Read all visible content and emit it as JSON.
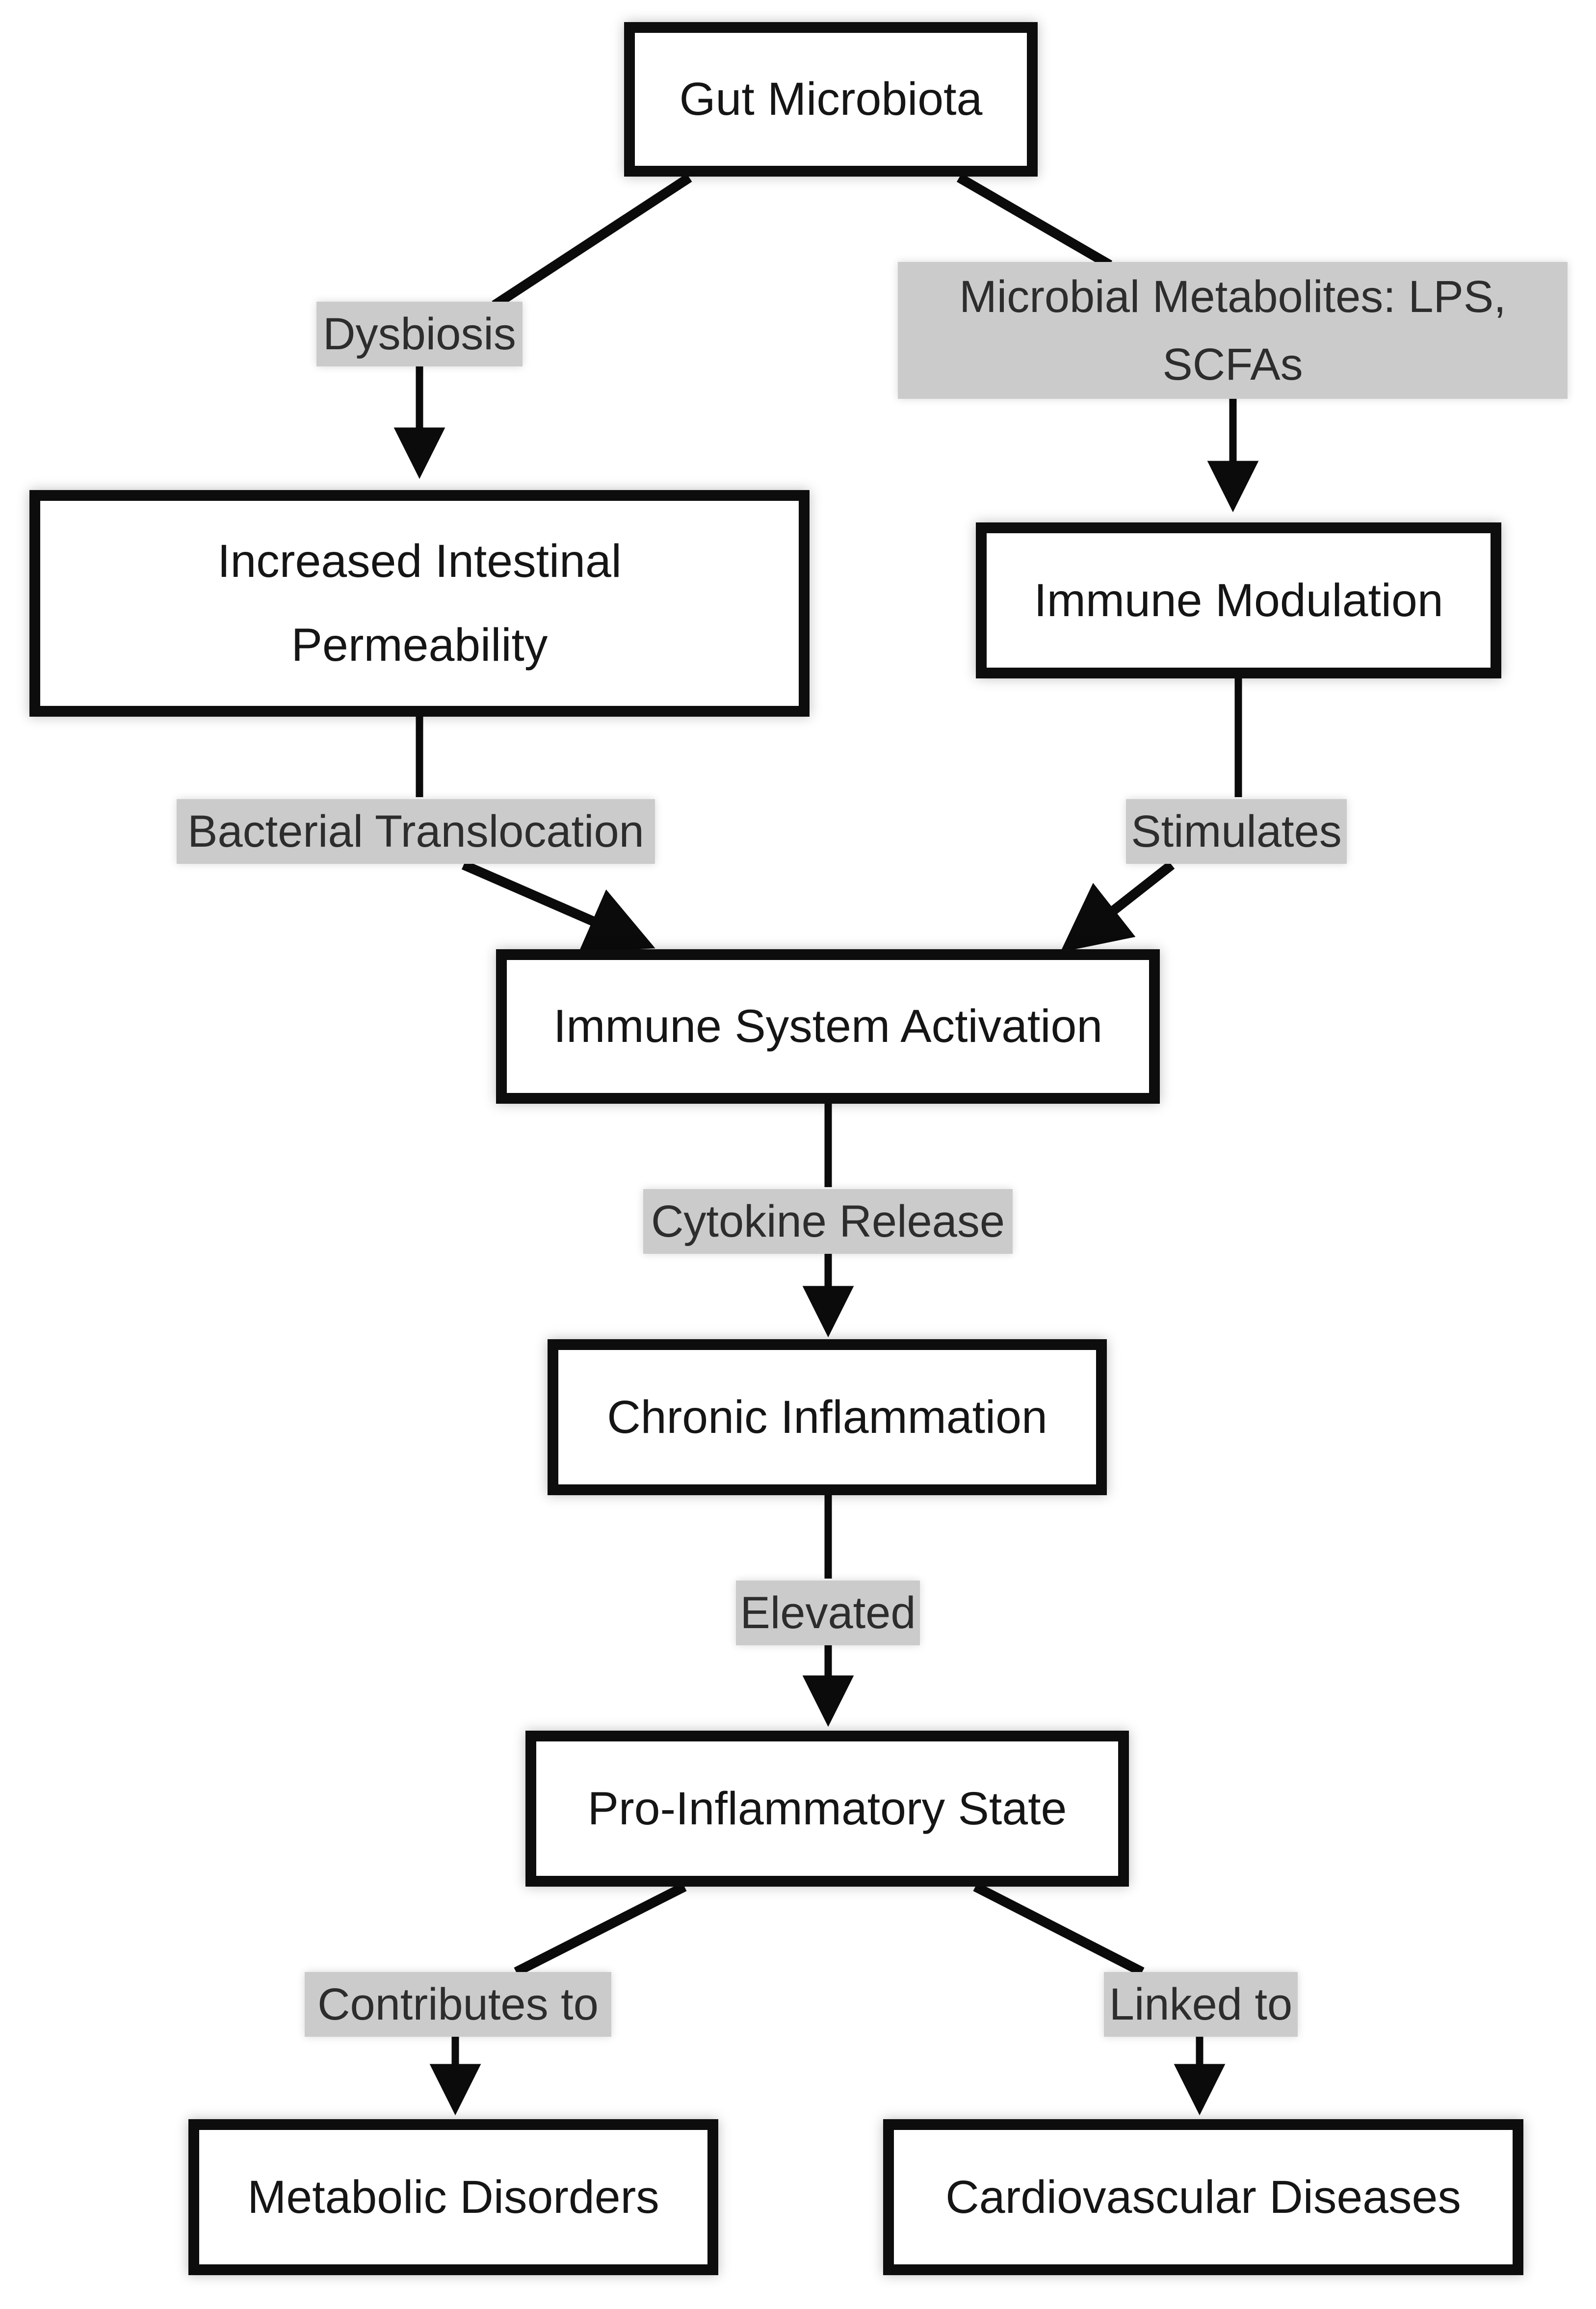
{
  "diagram": {
    "nodes": {
      "gut_microbiota": {
        "label": "Gut Microbiota"
      },
      "increased_intestinal_permeability": {
        "label": "Increased Intestinal Permeability"
      },
      "immune_modulation": {
        "label": "Immune Modulation"
      },
      "immune_system_activation": {
        "label": "Immune System Activation"
      },
      "chronic_inflammation": {
        "label": "Chronic Inflammation"
      },
      "pro_inflammatory_state": {
        "label": "Pro-Inflammatory State"
      },
      "metabolic_disorders": {
        "label": "Metabolic Disorders"
      },
      "cardiovascular_diseases": {
        "label": "Cardiovascular Diseases"
      }
    },
    "edge_labels": {
      "dysbiosis": {
        "label": "Dysbiosis"
      },
      "microbial_metabolites": {
        "label": "Microbial Metabolites: LPS, SCFAs"
      },
      "bacterial_translocation": {
        "label": "Bacterial Translocation"
      },
      "stimulates": {
        "label": "Stimulates"
      },
      "cytokine_release": {
        "label": "Cytokine Release"
      },
      "elevated": {
        "label": "Elevated"
      },
      "contributes_to": {
        "label": "Contributes to"
      },
      "linked_to": {
        "label": "Linked to"
      }
    },
    "colors": {
      "node_fill": "#ffffff",
      "node_border": "#0d0d0d",
      "label_bg": "#cbcbcb",
      "node_text": "#151515",
      "label_text": "#2d2d2d",
      "arrow": "#0b0b0b",
      "background": "#ffffff"
    }
  }
}
